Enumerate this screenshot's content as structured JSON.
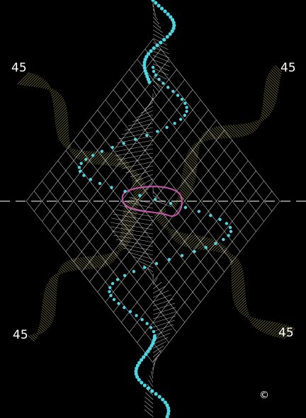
{
  "labels": {
    "top_left": "45",
    "top_right": "45",
    "bottom_left": "45",
    "bottom_right": "45",
    "copyright": "©"
  },
  "colors": {
    "background": "#000000",
    "grid": "#ffffff",
    "helix": "#4fd6e3",
    "ribbon": "#c8c46a",
    "inner_loop": "#d85fb8",
    "axis": "#cfcfcf"
  }
}
